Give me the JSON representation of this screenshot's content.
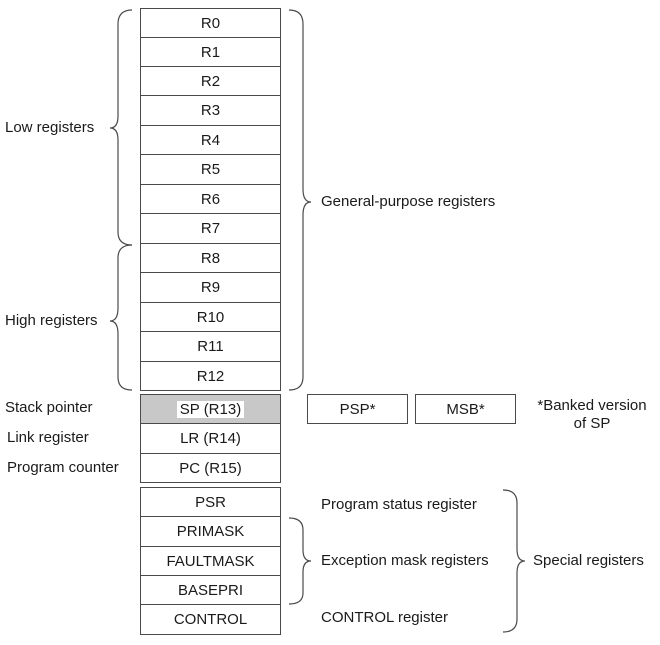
{
  "general_registers": [
    "R0",
    "R1",
    "R2",
    "R3",
    "R4",
    "R5",
    "R6",
    "R7",
    "R8",
    "R9",
    "R10",
    "R11",
    "R12"
  ],
  "stack_pointer": "SP (R13)",
  "link_register": "LR (R14)",
  "program_counter": "PC (R15)",
  "special_regs": [
    "PSR",
    "PRIMASK",
    "FAULTMASK",
    "BASEPRI",
    "CONTROL"
  ],
  "labels": {
    "low_registers": "Low registers",
    "high_registers": "High registers",
    "general_purpose": "General-purpose registers",
    "stack_pointer": "Stack pointer",
    "link_register": "Link register",
    "program_counter": "Program counter",
    "program_status": "Program status register",
    "exception_mask": "Exception mask registers",
    "control_register": "CONTROL register",
    "special_registers": "Special registers",
    "banked_line1": "*Banked version",
    "banked_line2": "of SP"
  },
  "banked": {
    "psp": "PSP*",
    "msb": "MSB*"
  }
}
